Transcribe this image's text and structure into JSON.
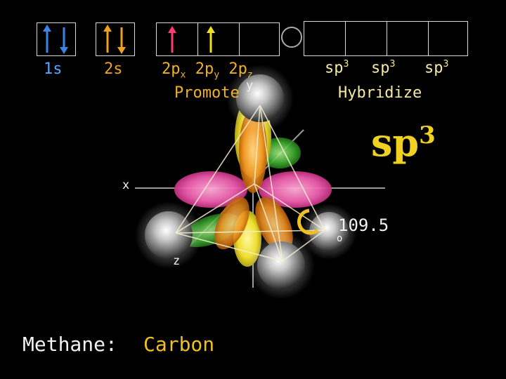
{
  "orbitals": {
    "s1": {
      "label": "1s"
    },
    "s2": {
      "label": "2s"
    },
    "p2": {
      "px": "2p",
      "px_sub": "x",
      "py": "2p",
      "py_sub": "y",
      "pz": "2p",
      "pz_sub": "z"
    },
    "sp3_labels": [
      {
        "base": "sp",
        "exp": "3"
      },
      {
        "base": "sp",
        "exp": "3"
      },
      {
        "base": "sp",
        "exp": "3"
      }
    ]
  },
  "captions": {
    "promote": "Promote",
    "hybridize": "Hybridize",
    "sp3_big_base": "sp",
    "sp3_big_exp": "3",
    "axis_x": "x",
    "axis_y": "y",
    "axis_z": "z",
    "angle_value": "109.5",
    "angle_unit": "o",
    "methane": "Methane:",
    "carbon": "Carbon"
  },
  "colors": {
    "box_1s_arrows": "#3a86e8",
    "box_2s_arrows": "#f0a020",
    "box_2p_arrow_1": "#ff3d6e",
    "box_2p_arrow_2": "#f0e020",
    "label_1s": "#5aa6ff",
    "label_2s": "#f0a020",
    "label_2p": "#f0b020",
    "label_sp3": "#f5e8a0",
    "big_sp3": "#f0d020",
    "white_text": "#f2f2f2"
  }
}
